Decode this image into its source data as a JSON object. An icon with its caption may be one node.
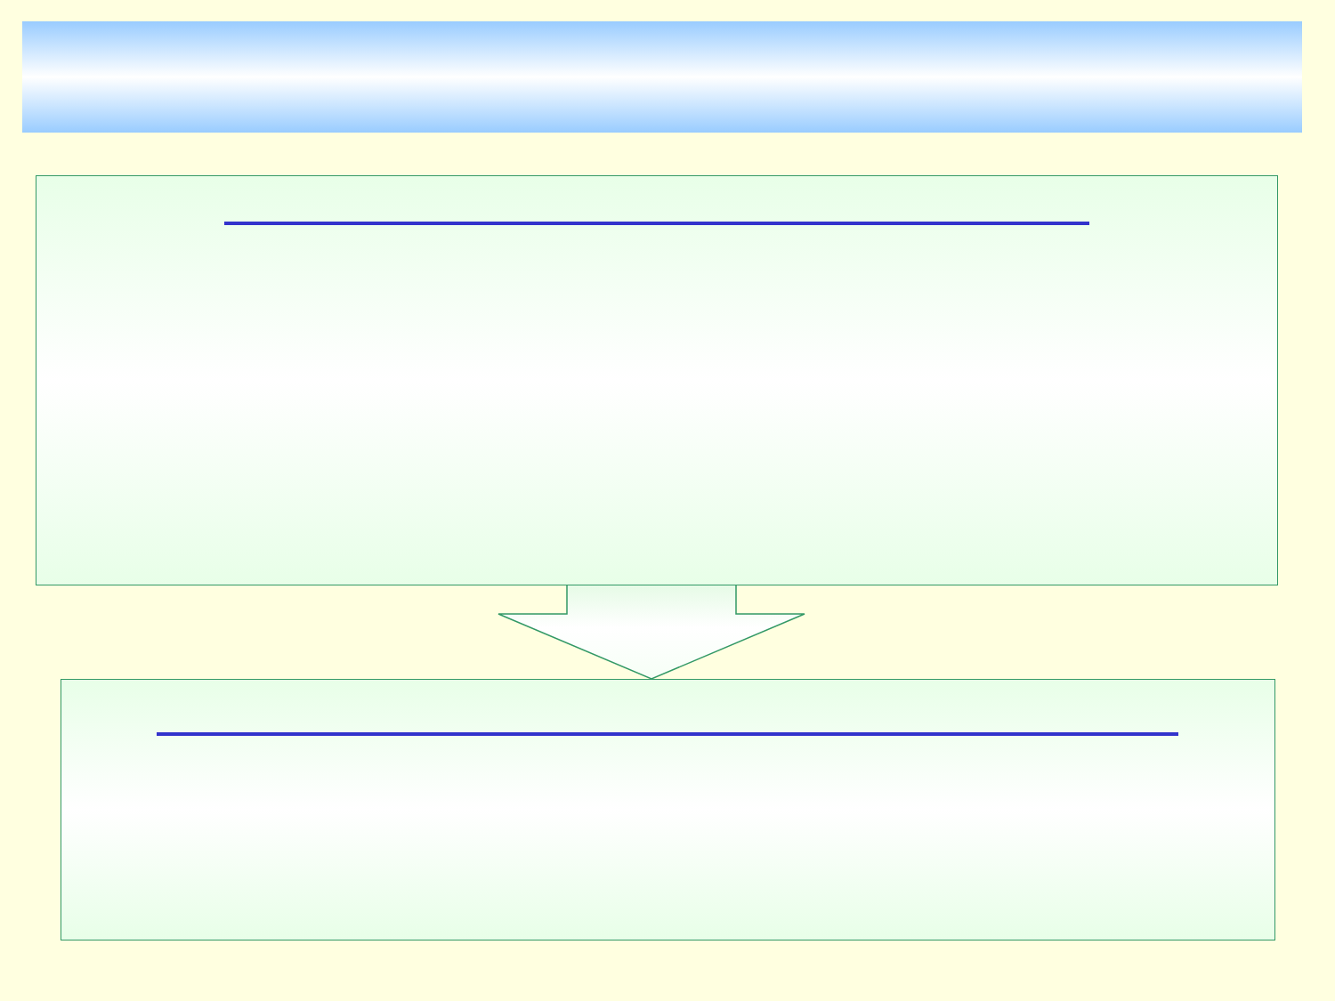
{
  "diagram": {
    "nodes": [
      {
        "text": [],
        "shape": "bar"
      },
      {
        "text": [],
        "shape": "box"
      },
      {
        "text": [],
        "shape": "box"
      }
    ],
    "edges": [
      {
        "from": 1,
        "to": 2,
        "arrow": "to"
      }
    ]
  }
}
